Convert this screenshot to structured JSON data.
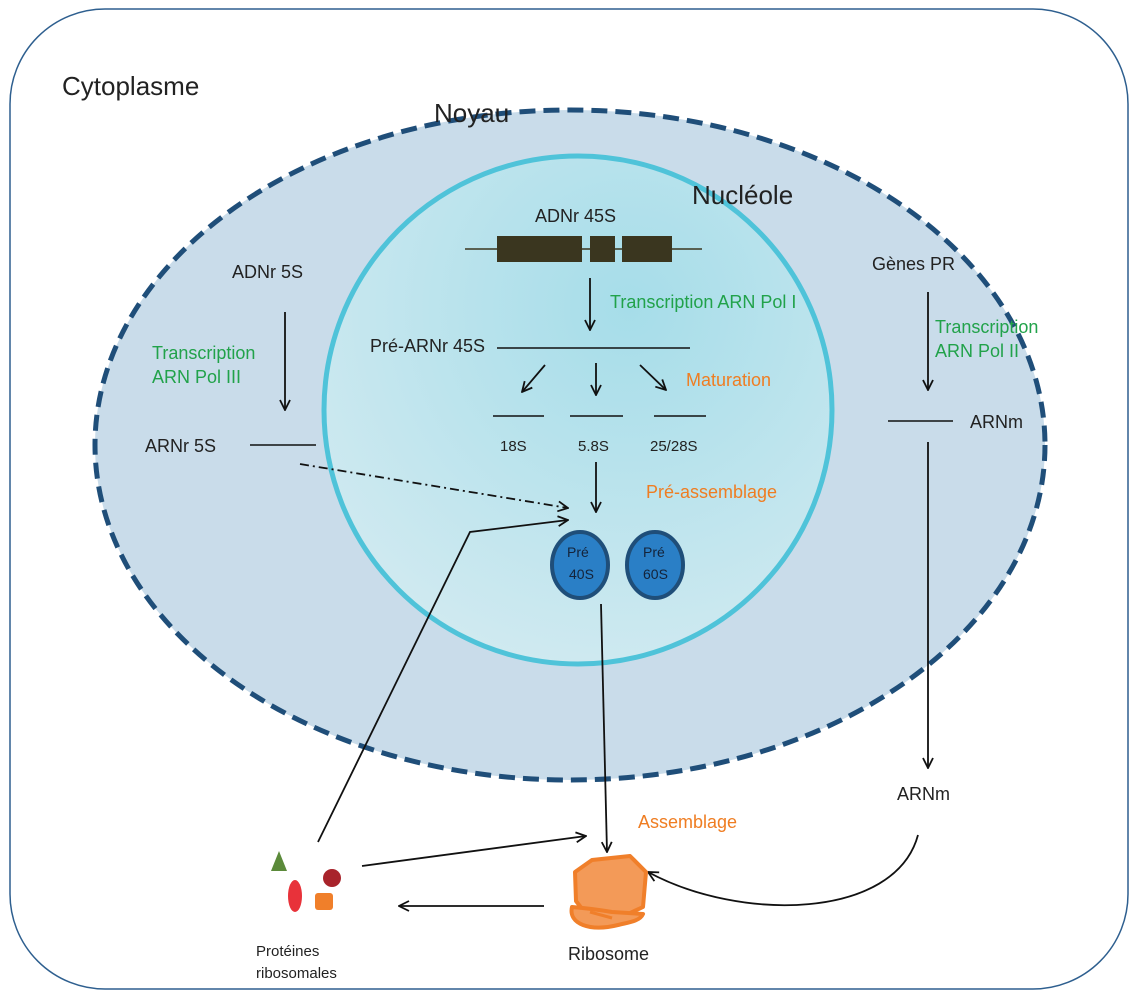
{
  "labels": {
    "cytoplasm": "Cytoplasme",
    "nucleus": "Noyau",
    "nucleolus": "Nucléole",
    "adnr_45s": "ADNr 45S",
    "transcription_pol1": "Transcription ARN Pol I",
    "pre_arnr_45s": "Pré-ARNr 45S",
    "maturation": "Maturation",
    "r18s": "18S",
    "r58s": "5.8S",
    "r2528s": "25/28S",
    "pre_assembly": "Pré-assemblage",
    "pre40s_line1": "Pré",
    "pre40s_line2": "40S",
    "pre60s_line1": "Pré",
    "pre60s_line2": "60S",
    "adnr_5s": "ADNr 5S",
    "transcription_pol3_line1": "Transcription",
    "transcription_pol3_line2": "ARN Pol III",
    "arnr_5s": "ARNr 5S",
    "genes_pr": "Gènes PR",
    "transcription_pol2_line1": "Transcription",
    "transcription_pol2_line2": "ARN Pol II",
    "arnm_nucleus": "ARNm",
    "arnm_cytoplasm": "ARNm",
    "assembly": "Assemblage",
    "ribosome": "Ribosome",
    "proteins_line1": "Protéines",
    "proteins_line2": "ribosomales"
  },
  "colors": {
    "cytoplasm_border": "#2e5f8f",
    "nucleus_fill": "#c9dcea",
    "nucleus_border": "#1f4e79",
    "nucleolus_border": "#4fc3d9",
    "particle_fill": "#2a7fc6",
    "particle_border": "#1f4e79",
    "gene_block": "#3a361f",
    "green_text": "#21a24a",
    "orange_text": "#ef7d22",
    "ribosome": "#f07f2a"
  }
}
